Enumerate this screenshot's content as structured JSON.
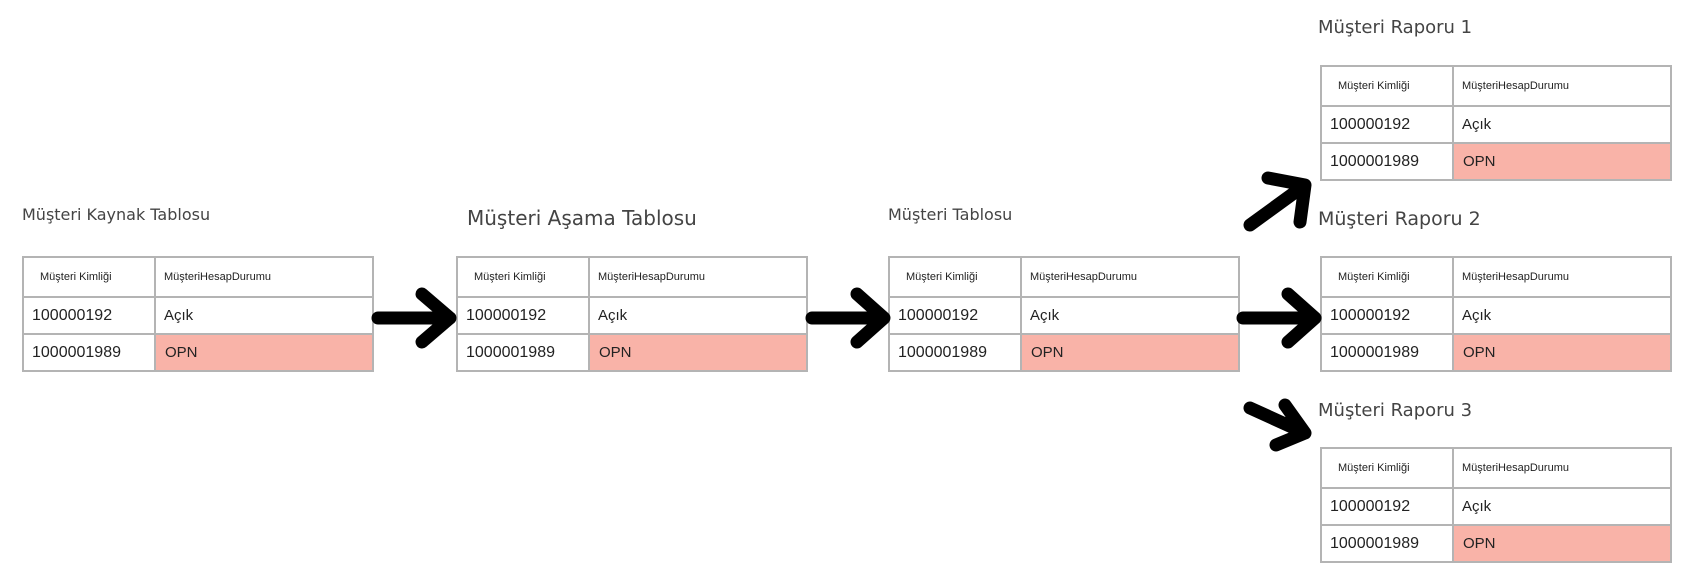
{
  "columns": {
    "id": "Müşteri Kimliği",
    "status": "MüşteriHesapDurumu"
  },
  "rows": [
    {
      "id": "100000192",
      "status": "Açık"
    },
    {
      "id": "1000001989",
      "status": "OPN"
    }
  ],
  "tables": {
    "source": {
      "title": "Müşteri Kaynak Tablosu"
    },
    "staging": {
      "title": "Müşteri Aşama Tablosu"
    },
    "customer": {
      "title": "Müşteri Tablosu"
    },
    "report1": {
      "title": "Müşteri Raporu 1"
    },
    "report2": {
      "title": "Müşteri Raporu 2"
    },
    "report3": {
      "title": "Müşteri Raporu 3"
    }
  },
  "colors": {
    "alert_cell": "#f9b3a8",
    "table_border": "#b4b4b4",
    "arrow": "#000000"
  }
}
